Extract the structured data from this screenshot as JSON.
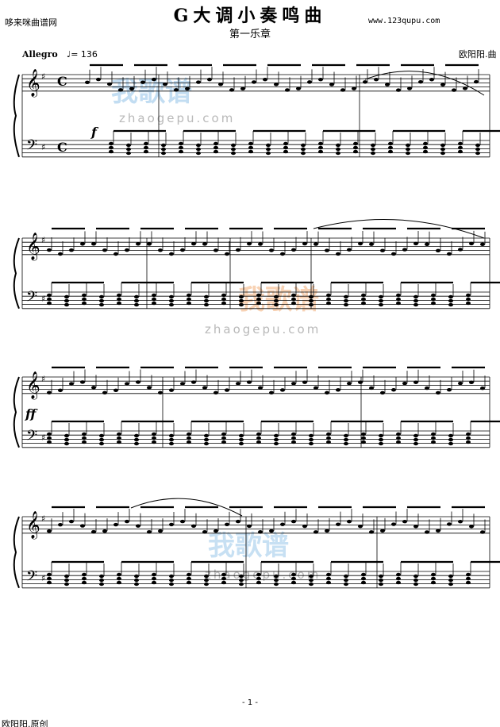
{
  "header": {
    "site_left": "哆来咪曲谱网",
    "title": "G大调小奏鸣曲",
    "site_right": "www.123qupu.com",
    "subtitle": "第一乐章",
    "composer": "欧阳阳.曲"
  },
  "score": {
    "tempo_text": "Allegro",
    "tempo_mark": "♩= 136",
    "time_signature": "C",
    "dynamics": [
      "f",
      "ff"
    ],
    "systems": 4
  },
  "watermark": {
    "text": "zhaogepu.com",
    "logo_text": "我歌谱"
  },
  "footer": {
    "page_number": "- 1 -",
    "credit": "欧阳阳.原创"
  },
  "colors": {
    "ink": "#000000",
    "watermark_orange": "#f2a66a",
    "watermark_blue": "#8fc1e8"
  }
}
